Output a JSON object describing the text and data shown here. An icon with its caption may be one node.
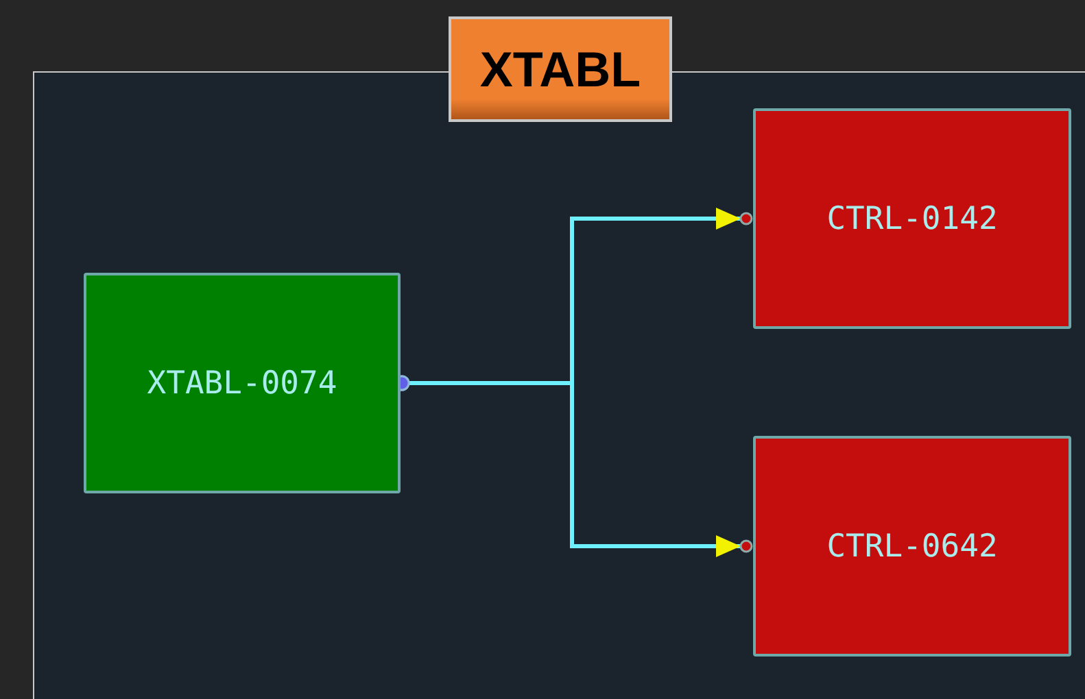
{
  "diagram": {
    "nodes": [
      {
        "text": [
          "XTABL"
        ]
      },
      {
        "text": [
          "XTABL-0074"
        ],
        "in": 0
      },
      {
        "text": [
          "CTRL-0142"
        ],
        "in": 0
      },
      {
        "text": [
          "CTRL-0642"
        ],
        "in": 0
      }
    ],
    "edges": [
      {
        "from": 1,
        "to": 2,
        "arrow": "to"
      },
      {
        "from": 1,
        "to": 3,
        "arrow": "to"
      }
    ]
  }
}
